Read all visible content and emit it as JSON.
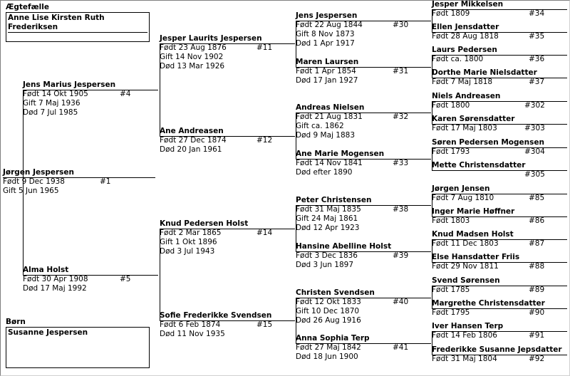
{
  "spouse": {
    "label": "Ægtefælle",
    "name": "Anne Lise Kirsten Ruth Frederiksen"
  },
  "children": {
    "label": "Børn",
    "name": "Susanne Jespersen"
  },
  "persons": [
    {
      "id": "root",
      "name": "Jørgen Jespersen",
      "lines": [
        "Født  9 Dec 1938",
        "Gift  5 Jun 1965"
      ],
      "number": "#1"
    },
    {
      "id": "f",
      "name": "Jens Marius Jespersen",
      "lines": [
        "Født 14 Okt 1905",
        "Gift  7 Maj 1936",
        "Død  7 Jul 1985"
      ],
      "number": "#4"
    },
    {
      "id": "m",
      "name": "Alma Holst",
      "lines": [
        "Født 30 Apr 1908",
        "Død 17 Maj 1992"
      ],
      "number": "#5"
    },
    {
      "id": "ff",
      "name": "Jesper Laurits Jespersen",
      "lines": [
        "Født 23 Aug 1876",
        "Gift 14 Nov 1902",
        "Død 13 Mar 1926"
      ],
      "number": "#11"
    },
    {
      "id": "fm",
      "name": "Ane Andreasen",
      "lines": [
        "Født 27 Dec 1874",
        "Død 20 Jan 1961"
      ],
      "number": "#12"
    },
    {
      "id": "mf",
      "name": "Knud Pedersen Holst",
      "lines": [
        "Født  2 Mar 1865",
        "Gift  1 Okt 1896",
        "Død  3 Jul 1943"
      ],
      "number": "#14"
    },
    {
      "id": "mm",
      "name": "Sofie Frederikke Svendsen",
      "lines": [
        "Født  6 Feb 1874",
        "Død 11 Nov 1935"
      ],
      "number": "#15"
    },
    {
      "id": "fff",
      "name": "Jens Jespersen",
      "lines": [
        "Født 22 Aug 1844",
        "Gift  8 Nov 1873",
        "Død  1 Apr 1917"
      ],
      "number": "#30"
    },
    {
      "id": "ffm",
      "name": "Maren Laursen",
      "lines": [
        "Født  1 Apr 1854",
        "Død 17 Jan 1927"
      ],
      "number": "#31"
    },
    {
      "id": "fmf",
      "name": "Andreas Nielsen",
      "lines": [
        "Født 21 Aug 1831",
        "Gift ca. 1862",
        "Død  9 Maj 1883"
      ],
      "number": "#32"
    },
    {
      "id": "fmm",
      "name": "Ane Marie Mogensen",
      "lines": [
        "Født 14 Nov 1841",
        "Død efter 1890"
      ],
      "number": "#33"
    },
    {
      "id": "mff",
      "name": "Peter Christensen",
      "lines": [
        "Født 31 Maj 1835",
        "Gift 24 Maj 1861",
        "Død 12 Apr 1923"
      ],
      "number": "#38"
    },
    {
      "id": "mfm",
      "name": "Hansine Abelline Holst",
      "lines": [
        "Født  3 Dec 1836",
        "Død  3 Jun 1897"
      ],
      "number": "#39"
    },
    {
      "id": "mmf",
      "name": "Christen Svendsen",
      "lines": [
        "Født 12 Okt 1833",
        "Gift 10 Dec 1870",
        "Død 26 Aug 1916"
      ],
      "number": "#40"
    },
    {
      "id": "mmm",
      "name": "Anna Sophia Terp",
      "lines": [
        "Født 27 Maj 1842",
        "Død 18 Jun 1900"
      ],
      "number": "#41"
    },
    {
      "id": "g1",
      "name": "Jesper Mikkelsen",
      "lines": [
        "Født 1809"
      ],
      "number": "#34"
    },
    {
      "id": "g2",
      "name": "Ellen Jensdatter",
      "lines": [
        "Født 28 Aug 1818"
      ],
      "number": "#35"
    },
    {
      "id": "g3",
      "name": "Laurs Pedersen",
      "lines": [
        "Født ca. 1800"
      ],
      "number": "#36"
    },
    {
      "id": "g4",
      "name": "Dorthe Marie Nielsdatter",
      "lines": [
        "Født  7 Maj 1818"
      ],
      "number": "#37"
    },
    {
      "id": "g5",
      "name": "Niels Andreasen",
      "lines": [
        "Født 1800"
      ],
      "number": "#302"
    },
    {
      "id": "g6",
      "name": "Karen Sørensdatter",
      "lines": [
        "Født 17 Maj 1803"
      ],
      "number": "#303"
    },
    {
      "id": "g7",
      "name": "Søren Pedersen Mogensen",
      "lines": [
        "Født 1793"
      ],
      "number": "#304"
    },
    {
      "id": "g8",
      "name": "Mette Christensdatter",
      "lines": [
        ""
      ],
      "number": "#305"
    },
    {
      "id": "g9",
      "name": "Jørgen Jensen",
      "lines": [
        "Født  7 Aug 1810"
      ],
      "number": "#85"
    },
    {
      "id": "g10",
      "name": "Inger Marie Høffner",
      "lines": [
        "Født 1803"
      ],
      "number": "#86"
    },
    {
      "id": "g11",
      "name": "Knud Madsen Holst",
      "lines": [
        "Født 11 Dec 1803"
      ],
      "number": "#87"
    },
    {
      "id": "g12",
      "name": "Else Hansdatter Friis",
      "lines": [
        "Født 29 Nov 1811"
      ],
      "number": "#88"
    },
    {
      "id": "g13",
      "name": "Svend Sørensen",
      "lines": [
        "Født 1785"
      ],
      "number": "#89"
    },
    {
      "id": "g14",
      "name": "Margrethe Christensdatter",
      "lines": [
        "Født 1795"
      ],
      "number": "#90"
    },
    {
      "id": "g15",
      "name": "Iver Hansen Terp",
      "lines": [
        "Født 14 Feb 1806"
      ],
      "number": "#91"
    },
    {
      "id": "g16",
      "name": "Frederikke Susanne Jepsdatter",
      "lines": [
        "Født 31 Maj 1804"
      ],
      "number": "#92"
    }
  ]
}
